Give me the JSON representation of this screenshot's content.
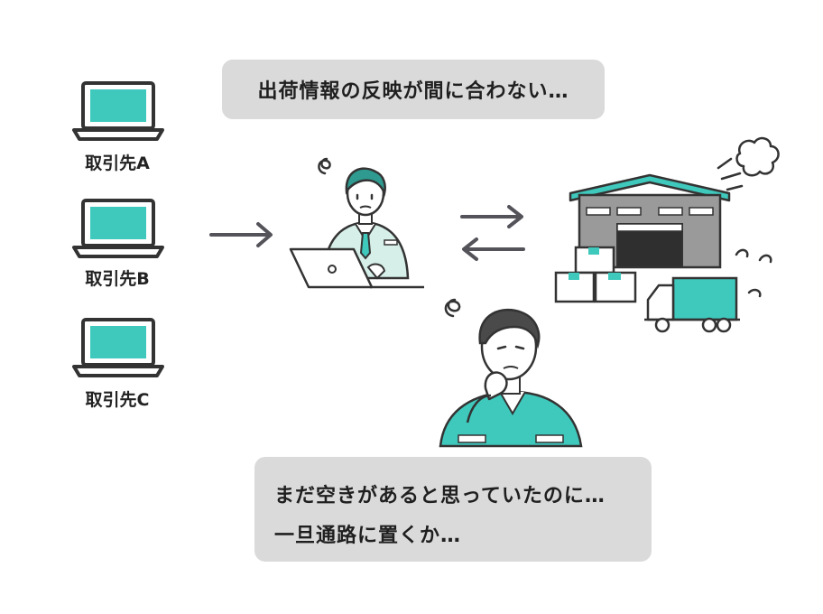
{
  "bubbles": {
    "top_text": "出荷情報の反映が間に合わない…",
    "bottom_line1": "まだ空きがあると思っていたのに…",
    "bottom_line2": "一旦通路に置くか…"
  },
  "partners": [
    {
      "label": "取引先A"
    },
    {
      "label": "取引先B"
    },
    {
      "label": "取引先C"
    }
  ],
  "colors": {
    "accent": "#3fc9bd",
    "line": "#333333",
    "arrow": "#55535a",
    "bubble": "#dadada",
    "warehouse_roof": "#3fc9bd",
    "warehouse_wall": "#9a9a9a"
  }
}
